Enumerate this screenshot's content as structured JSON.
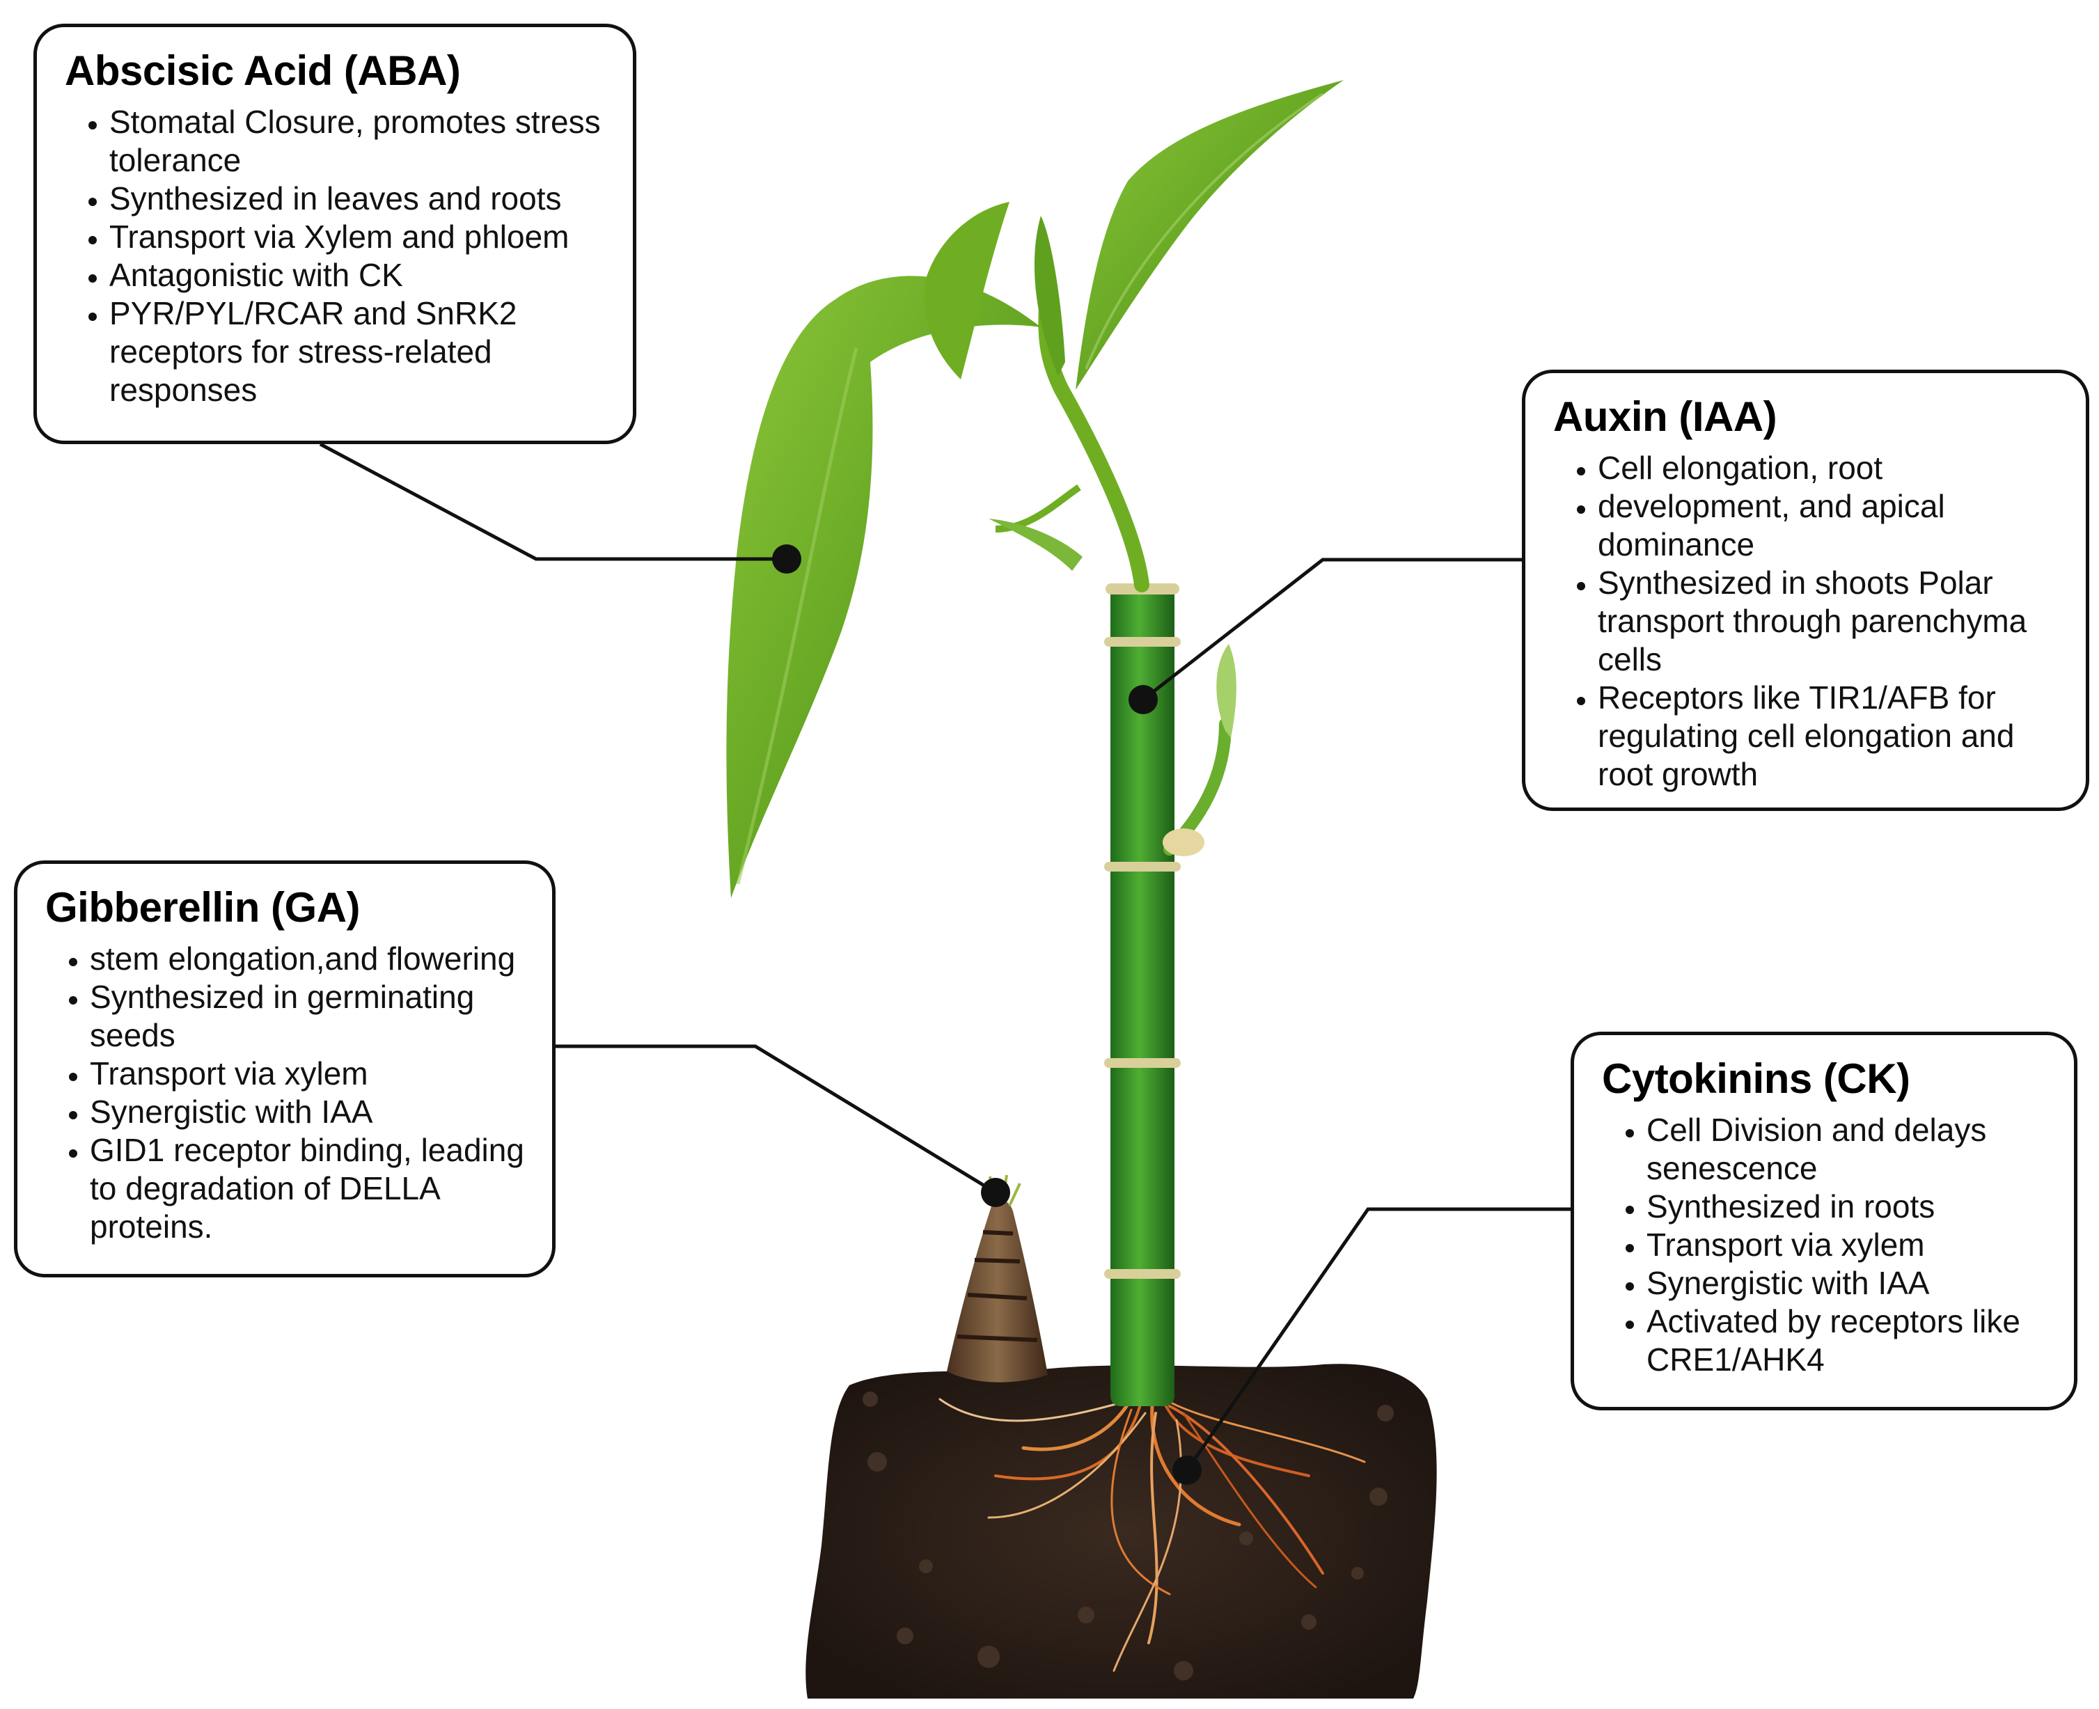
{
  "hormones": [
    {
      "id": "aba",
      "title": "Abscisic Acid (ABA)",
      "items": [
        "Stomatal Closure, promotes stress tolerance",
        "Synthesized in leaves and roots",
        "Transport via Xylem and  phloem",
        "Antagonistic with CK",
        "PYR/PYL/RCAR and SnRK2 receptors for stress-related responses"
      ]
    },
    {
      "id": "iaa",
      "title": "Auxin (IAA)",
      "items": [
        "Cell elongation, root",
        "development, and apical dominance",
        "Synthesized in shoots Polar transport through parenchyma cells",
        "Receptors like TIR1/AFB for regulating cell elongation and root growth"
      ]
    },
    {
      "id": "ga",
      "title": "Gibberellin (GA)",
      "items": [
        "stem elongation,and flowering",
        "Synthesized in germinating seeds",
        "Transport via xylem",
        "Synergistic with IAA",
        "GID1 receptor binding, leading to degradation of DELLA proteins."
      ]
    },
    {
      "id": "ck",
      "title": "Cytokinins (CK)",
      "items": [
        "Cell Division and  delays senescence",
        "Synthesized in roots",
        "Transport via xylem",
        "Synergistic with IAA",
        "Activated by receptors like CRE1/AHK4"
      ]
    }
  ],
  "colors": {
    "leaf": "#6fae22",
    "leaf_dark": "#3f7d12",
    "stem": "#3f9a2a",
    "node": "#d9cf9a",
    "soil": "#2e2119",
    "root": "#d9662a",
    "shoot_bud": "#6b4a30",
    "line": "#111111"
  }
}
